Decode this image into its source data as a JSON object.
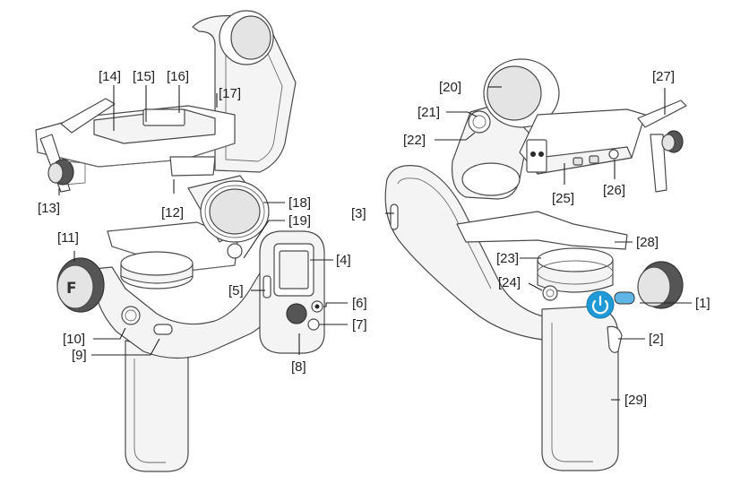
{
  "callouts": {
    "c1": "[1]",
    "c2": "[2]",
    "c3": "[3]",
    "c4": "[4]",
    "c5": "[5]",
    "c6": "[6]",
    "c7": "[7]",
    "c8": "[8]",
    "c9": "[9]",
    "c10": "[10]",
    "c11": "[11]",
    "c12": "[12]",
    "c13": "[13]",
    "c14": "[14]",
    "c15": "[15]",
    "c16": "[16]",
    "c17": "[17]",
    "c18": "[18]",
    "c19": "[19]",
    "c20": "[20]",
    "c21": "[21]",
    "c22": "[22]",
    "c23": "[23]",
    "c24": "[24]",
    "c25": "[25]",
    "c26": "[26]",
    "c27": "[27]",
    "c28": "[28]",
    "c29": "[29]"
  },
  "colors": {
    "power_button": "#1f9ad6",
    "line": "#4a4a4a",
    "background": "#ffffff"
  },
  "icons": {
    "power": "power-icon",
    "brand_logo": "feiyu-logo-icon"
  }
}
